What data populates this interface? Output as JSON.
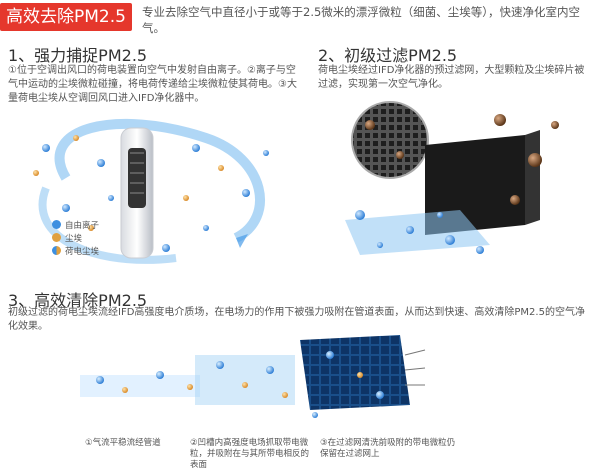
{
  "header": {
    "badge": "高效去除PM2.5",
    "intro": "专业去除空气中直径小于或等于2.5微米的漂浮微粒（细菌、尘埃等），快速净化室内空气。"
  },
  "step1": {
    "title": "1、强力捕捉PM2.5",
    "desc": "①位于空调出风口的荷电装置向空气中发射自由离子。②离子与空气中运动的尘埃微粒碰撞，将电荷传递给尘埃微粒使其荷电。③大量荷电尘埃从空调回风口进入IFD净化器中。",
    "legend": [
      {
        "label": "自由离子",
        "color": "#3d8fe0"
      },
      {
        "label": "尘埃",
        "color": "#e0a040"
      },
      {
        "label": "荷电尘埃",
        "color": "#7aa2c8"
      }
    ]
  },
  "step2": {
    "title": "2、初级过滤PM2.5",
    "desc": "荷电尘埃经过IFD净化器的预过滤网，大型颗粒及尘埃碎片被过滤，实现第一次空气净化。"
  },
  "step3": {
    "title": "3、高效清除PM2.5",
    "desc": "初级过滤的荷电尘埃流经IFD高强度电介质场，在电场力的作用下被强力吸附在管道表面，从而达到快速、高效清除PM2.5的空气净化效果。",
    "captions": [
      "①气流平稳流经管道",
      "②凹槽内高强度电场抓取带电微粒，并吸附在与其所带电相反的表面",
      "③在过滤网清洗前吸附的带电微粒仍保留在过滤网上"
    ]
  },
  "colors": {
    "accent": "#e5372c",
    "blue": "#3d8fe0",
    "dust": "#e0a040"
  }
}
